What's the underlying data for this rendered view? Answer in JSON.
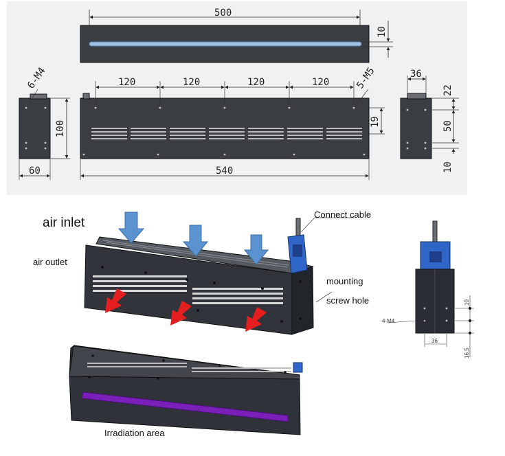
{
  "top_views": {
    "top_length": "500",
    "top_height": "10",
    "hole_spacing": [
      "120",
      "120",
      "120",
      "120"
    ],
    "front_left_hole": "6-M4",
    "front_right_hole": "5-M5",
    "front_height": "100",
    "front_width_left": "60",
    "front_total_length": "540",
    "front_right_offset": "19",
    "side_width": "36",
    "side_top": "22",
    "side_mid": "50",
    "side_bottom": "10"
  },
  "iso_view": {
    "air_inlet": "air inlet",
    "air_outlet": "air outlet",
    "connect_cable": "Connect cable",
    "mounting_line1": "mounting",
    "mounting_line2": "screw hole"
  },
  "side_view_small": {
    "hole_label": "4-M4",
    "width": "36",
    "dim_10": "10",
    "dim_16_5": "16.5"
  },
  "bottom_view": {
    "irradiation_area": "Irradiation area"
  },
  "colors": {
    "body": "#33363c",
    "led_strip": "#7a20b8",
    "arrow_blue": "#5b93d0",
    "arrow_red": "#e51f1f",
    "top_slot": "#9fc1e4",
    "connector_blue": "#2f66c8"
  }
}
